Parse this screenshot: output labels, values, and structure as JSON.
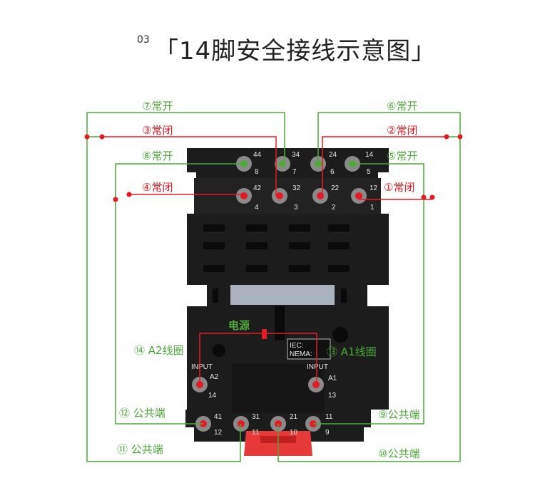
{
  "title": {
    "number": "03",
    "text": "「14脚安全接线示意图」"
  },
  "power_label": "电源",
  "top_terminals": {
    "top_row": [
      "44",
      "34",
      "24",
      "14"
    ],
    "top_sub": [
      "8",
      "7",
      "6",
      "5"
    ],
    "bottom_row": [
      "42",
      "32",
      "22",
      "12"
    ],
    "bottom_sub": [
      "4",
      "3",
      "2",
      "1"
    ]
  },
  "coil_terminals": {
    "left": {
      "input": "INPUT",
      "name": "A2",
      "num": "14"
    },
    "right": {
      "input": "INPUT",
      "name": "A1",
      "num": "13"
    }
  },
  "bottom_terminals": {
    "top_row": [
      "41",
      "31",
      "21",
      "11"
    ],
    "sub_row": [
      "12",
      "11",
      "10",
      "9"
    ]
  },
  "iec_label": "IEC:",
  "nema_label": "NEMA:",
  "labels": {
    "l7": "⑦常开",
    "l6": "⑥常开",
    "l3": "③常闭",
    "l2": "②常闭",
    "l8": "⑧常开",
    "l5": "⑤常开",
    "l4": "④常闭",
    "l1": "①常闭",
    "l14": "⑭ A2线圈",
    "l13": "⑬ A1线圈",
    "l12": "⑫ 公共端",
    "l9": "⑨公共端",
    "l11": "⑪ 公共端",
    "l10": "⑩公共端"
  },
  "colors": {
    "no": "#4ea83a",
    "nc": "#e31b23",
    "base": "#1c1c1c",
    "window": "#aab3bd"
  }
}
